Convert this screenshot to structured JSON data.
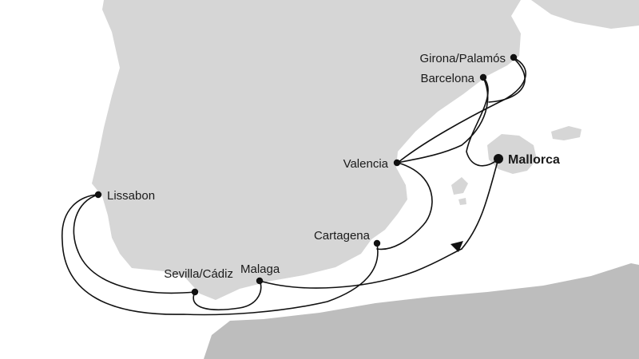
{
  "colors": {
    "sea": "#ffffff",
    "land": "#d6d6d6",
    "land_far": "#bdbdbd",
    "route": "#111111",
    "text": "#1a1a1a"
  },
  "ports": [
    {
      "id": "girona",
      "label": "Girona/Palamós",
      "bold": false
    },
    {
      "id": "barcelona",
      "label": "Barcelona",
      "bold": false
    },
    {
      "id": "mallorca",
      "label": "Mallorca",
      "bold": true
    },
    {
      "id": "valencia",
      "label": "Valencia",
      "bold": false
    },
    {
      "id": "cartagena",
      "label": "Cartagena",
      "bold": false
    },
    {
      "id": "lissabon",
      "label": "Lissabon",
      "bold": false
    },
    {
      "id": "malaga",
      "label": "Malaga",
      "bold": false
    },
    {
      "id": "sevilla",
      "label": "Sevilla/Cádiz",
      "bold": false
    }
  ]
}
